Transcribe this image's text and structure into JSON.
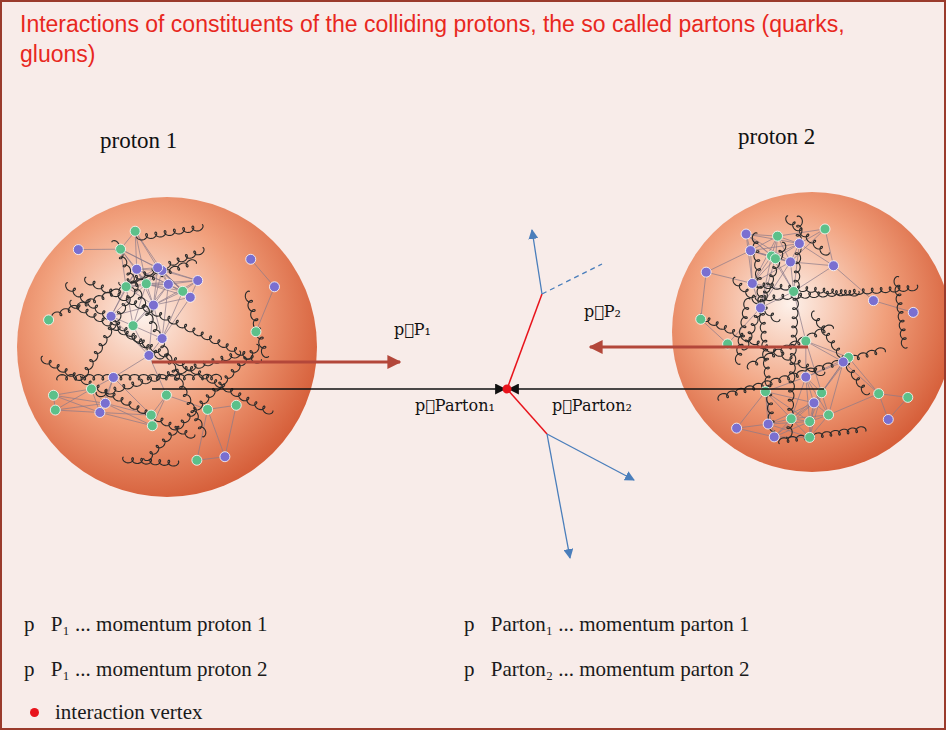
{
  "diagram": {
    "title": "Interactions of constituents of the colliding protons, the so called partons (quarks, gluons)",
    "nodes": [
      {
        "text": [
          "proton 1"
        ]
      },
      {
        "text": [
          "proton 2"
        ]
      }
    ],
    "labels": [
      "p⃗P₁",
      "p⃗P₂",
      "p⃗Parton₁",
      "p⃗Parton₂"
    ],
    "legend": [
      {
        "text": "p⃗P₁ ... momentum proton 1"
      },
      {
        "text": "p⃗P₁ ... momentum proton 2"
      },
      {
        "text": "interaction vertex",
        "color": "#e8141c"
      },
      {
        "text": "p⃗Parton₁ ... momentum parton 1"
      },
      {
        "text": "p⃗Parton₂ ... momentum parton 2"
      }
    ]
  }
}
